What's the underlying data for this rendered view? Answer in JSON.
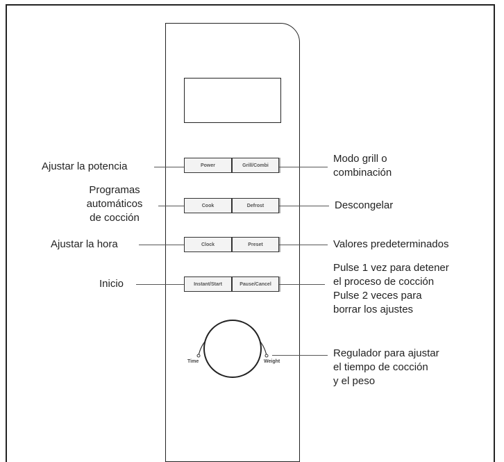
{
  "panel": {
    "buttons": {
      "power": "Power",
      "grill_combi": "Grill/Combi",
      "cook": "Cook",
      "defrost": "Defrost",
      "clock": "Clock",
      "preset": "Preset",
      "instant_start": "Instant/Start",
      "pause_cancel": "Pause/Cancel"
    },
    "dial": {
      "time_label": "Time",
      "weight_label": "Weight"
    }
  },
  "callouts": {
    "left": {
      "power": "Ajustar la potencia",
      "cook": [
        "Programas",
        "automáticos",
        "de cocción"
      ],
      "clock": "Ajustar la hora",
      "start": "Inicio"
    },
    "right": {
      "grill": [
        "Modo grill o",
        "combinación"
      ],
      "defrost": "Descongelar",
      "preset": "Valores predeterminados",
      "pause": [
        "Pulse 1 vez para detener",
        "el proceso de cocción",
        "Pulse 2 veces para",
        "borrar los ajustes"
      ],
      "dial": [
        "Regulador para ajustar",
        "el tiempo de cocción",
        "y el peso"
      ]
    }
  }
}
